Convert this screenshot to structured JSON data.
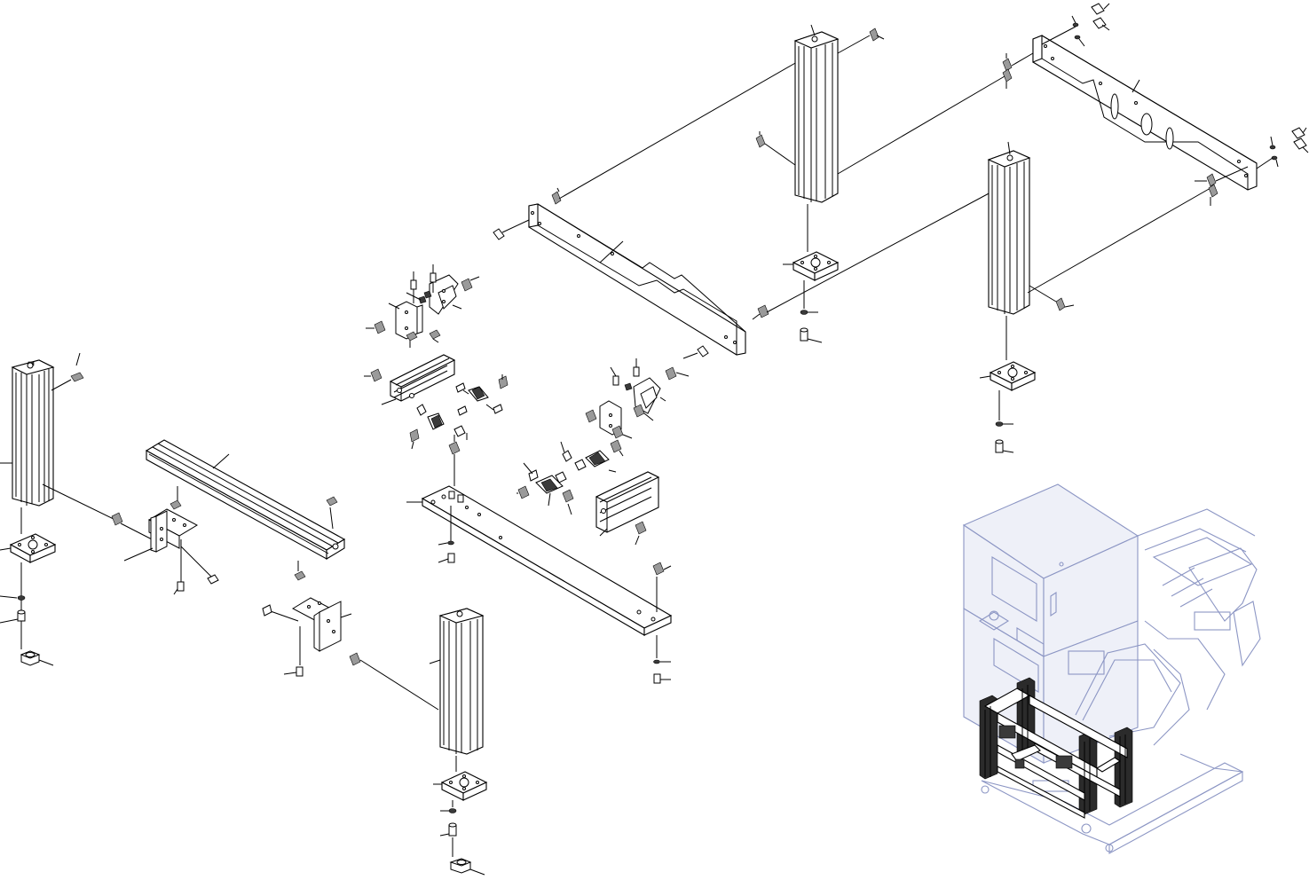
{
  "diagram": {
    "type": "exploded-assembly-view",
    "assemblies": [
      "aluminium-extrusion-leg-left",
      "aluminium-extrusion-leg-center",
      "aluminium-extrusion-leg-top-front",
      "aluminium-extrusion-leg-top-back",
      "horizontal-extrusion-beam",
      "upper-back-frame-plate",
      "front-frame-plate",
      "bottom-frame-plate",
      "corner-bracket-groups",
      "leveling-feet-with-nuts"
    ],
    "inset": "machine-context-view"
  },
  "colors": {
    "line": "#000000",
    "inset_line": "#8c96c4",
    "part_fill": "#ffffff",
    "dark_part": "#3a3a3a"
  }
}
